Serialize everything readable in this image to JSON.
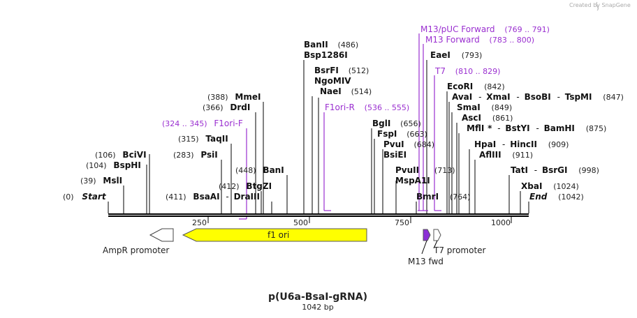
{
  "credit": "Created by SnapGene",
  "title": "p(U6a-BsaI-gRNA)",
  "length": "1042 bp",
  "ticks": [
    "250",
    "500",
    "750",
    "1000"
  ],
  "start": {
    "pos": "(0)",
    "label": "Start"
  },
  "end": {
    "pos": "(1042)",
    "label": "End"
  },
  "sites": {
    "msli": {
      "pos": "(39)",
      "name": "MslI"
    },
    "bsphi": {
      "pos": "(104)",
      "name": "BspHI"
    },
    "bcivi": {
      "pos": "(106)",
      "name": "BciVI"
    },
    "psii": {
      "pos": "(283)",
      "name": "PsiI"
    },
    "taqii": {
      "pos": "(315)",
      "name": "TaqII"
    },
    "drdi": {
      "pos": "(366)",
      "name": "DrdI"
    },
    "mmei": {
      "pos": "(388)",
      "name": "MmeI"
    },
    "bsaai": {
      "pos": "(411)",
      "name": "BsaAI",
      "sep": "-",
      "name2": "DraIII"
    },
    "btgzi": {
      "pos": "(412)",
      "name": "BtgZI"
    },
    "bani": {
      "pos": "(448)",
      "name": "BanI"
    },
    "banii": {
      "name": "BanII",
      "pos": "(486)"
    },
    "bsp1286i": {
      "name": "Bsp1286I"
    },
    "bsrfi": {
      "name": "BsrFI",
      "pos": "(512)"
    },
    "ngomiv": {
      "name": "NgoMIV"
    },
    "naei": {
      "name": "NaeI",
      "pos": "(514)"
    },
    "bgli": {
      "name": "BglI",
      "pos": "(656)"
    },
    "fspi": {
      "name": "FspI",
      "pos": "(663)"
    },
    "pvui": {
      "name": "PvuI",
      "pos": "(684)"
    },
    "bsiei": {
      "name": "BsiEI"
    },
    "pvuii": {
      "name": "PvuII",
      "pos": "(713)"
    },
    "mspa1i": {
      "name": "MspA1I"
    },
    "bmri": {
      "name": "BmrI",
      "pos": "(764)"
    },
    "eaei": {
      "name": "EaeI",
      "pos": "(793)"
    },
    "ecori": {
      "name": "EcoRI",
      "pos": "(842)"
    },
    "avai": {
      "name": "AvaI",
      "sep1": "-",
      "name2": "XmaI",
      "sep2": "-",
      "name3": "BsoBI",
      "sep3": "-",
      "name4": "TspMI",
      "pos": "(847)"
    },
    "smai": {
      "name": "SmaI",
      "pos": "(849)"
    },
    "asci": {
      "name": "AscI",
      "pos": "(861)"
    },
    "mfli": {
      "name": "MflI",
      "star": "*",
      "sep1": "-",
      "name2": "BstYI",
      "sep2": "-",
      "name3": "BamHI",
      "pos": "(875)"
    },
    "hpai": {
      "name": "HpaI",
      "sep": "-",
      "name2": "HincII",
      "pos": "(909)"
    },
    "afliii": {
      "name": "AflIII",
      "pos": "(911)"
    },
    "tati": {
      "name": "TatI",
      "sep": "-",
      "name2": "BsrGI",
      "pos": "(998)"
    },
    "xbai": {
      "name": "XbaI",
      "pos": "(1024)"
    }
  },
  "primers": {
    "f1ori_f": {
      "name": "F1ori-F",
      "range": "(324 .. 345)"
    },
    "f1ori_r": {
      "name": "F1ori-R",
      "range": "(536 .. 555)"
    },
    "m13puc": {
      "name": "M13/pUC Forward",
      "range": "(769 .. 791)"
    },
    "m13fwd": {
      "name": "M13 Forward",
      "range": "(783 .. 800)"
    },
    "t7": {
      "name": "T7",
      "range": "(810 .. 829)"
    }
  },
  "features": {
    "ampr_promoter": "AmpR promoter",
    "f1_ori": "f1 ori",
    "m13_fwd": "M13 fwd",
    "t7_promoter": "T7 promoter"
  },
  "colors": {
    "primer": "#9a2fd0",
    "f1_ori_fill": "#ffff00",
    "m13_fill": "#8b2fd6",
    "backbone": "#000000"
  }
}
